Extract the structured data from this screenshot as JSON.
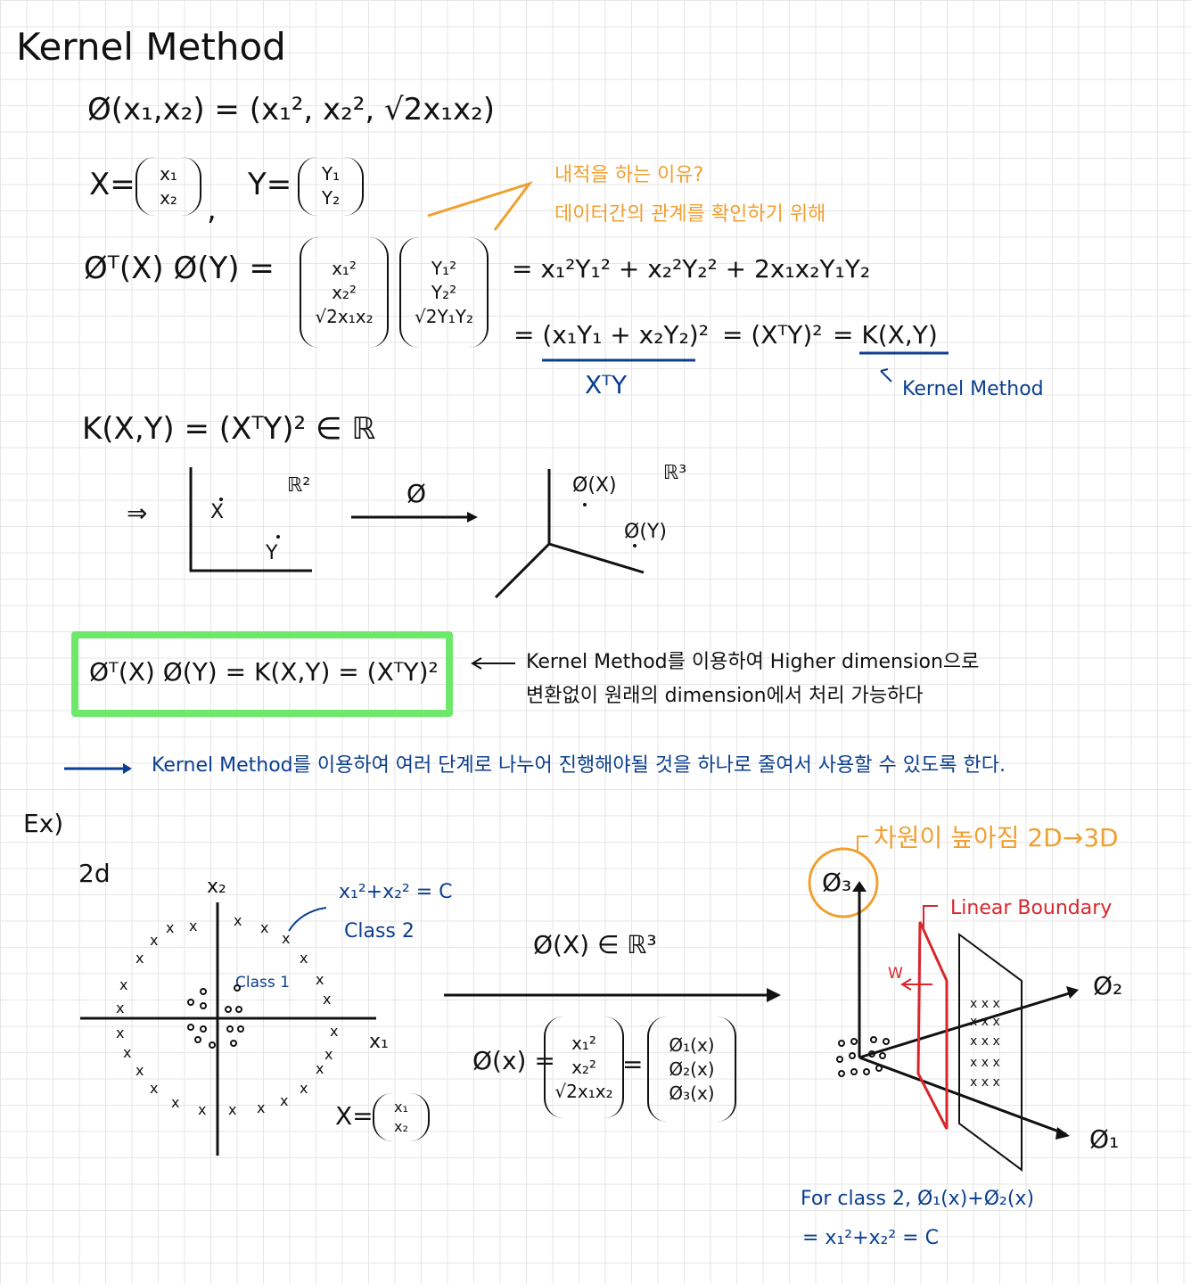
{
  "title": "Kernel Method",
  "phi_def": "Ø(x₁,x₂) = (x₁², x₂², √2x₁x₂)",
  "xy_def": {
    "x_label": "X=",
    "x_vec": [
      "x₁",
      "x₂"
    ],
    "y_label": "Y=",
    "y_vec": [
      "Y₁",
      "Y₂"
    ]
  },
  "orange_note": {
    "line1": "내적을 하는 이유?",
    "line2": "데이터간의 관계를 확인하기 위해"
  },
  "inner_product": {
    "lhs": "Øᵀ(X) Ø(Y) =",
    "m1": [
      "x₁²",
      "x₂²",
      "√2x₁x₂"
    ],
    "m2": [
      "Y₁²",
      "Y₂²",
      "√2Y₁Y₂"
    ],
    "line1": "= x₁²Y₁² + x₂²Y₂² + 2x₁x₂Y₁Y₂",
    "line2_a": "= (x₁Y₁ + x₂Y₂)²",
    "line2_b": "= (XᵀY)²",
    "line2_c": "= K(X,Y)",
    "under_a": "XᵀY",
    "under_c": "Kernel Method"
  },
  "kernel_def": "K(X,Y) = (XᵀY)² ∈ ℝ",
  "mapping": {
    "arrow": "⇒",
    "r2": "ℝ²",
    "x": "X",
    "y": "Y",
    "phi": "Ø",
    "phix": "Ø(X)",
    "phiy": "Ø(Y)",
    "r3": "ℝ³"
  },
  "boxed_formula": "Øᵀ(X) Ø(Y) = K(X,Y) = (XᵀY)²",
  "box_note": {
    "line1": "Kernel Method를 이용하여  Higher dimension으로",
    "line2": "변환없이 원래의 dimension에서  처리 가능하다"
  },
  "summary": "Kernel Method를 이용하여  여러 단계로 나누어 진행해야될 것을 하나로 줄여서 사용할 수  있도록 한다.",
  "example": {
    "ex_label": "Ex)",
    "dim_label": "2d",
    "axis_x": "x₁",
    "axis_y": "x₂",
    "circle_eq": "x₁²+x₂² = C",
    "class2": "Class 2",
    "class1": "Class 1",
    "xvec_label": "X=",
    "xvec": [
      "x₁",
      "x₂"
    ],
    "map_label": "Ø(X) ∈ ℝ³",
    "phi_lhs": "Ø(x) =",
    "phi_m1": [
      "x₁²",
      "x₂²",
      "√2x₁x₂"
    ],
    "phi_eq": "=",
    "phi_m2": [
      "Ø₁(x)",
      "Ø₂(x)",
      "Ø₃(x)"
    ],
    "dim_note": "차원이 높아짐  2D→3D",
    "phi3": "Ø₃",
    "phi2": "Ø₂",
    "phi1": "Ø₁",
    "linear_boundary": "Linear Boundary",
    "w": "W",
    "class2_note_l1": "For class 2,  Ø₁(x)+Ø₂(x)",
    "class2_note_l2": "= x₁²+x₂² = C"
  },
  "colors": {
    "ink": "#111111",
    "blue": "#0b3f8f",
    "orange": "#f0a030",
    "red": "#d8262c",
    "green": "#6ee86a"
  }
}
